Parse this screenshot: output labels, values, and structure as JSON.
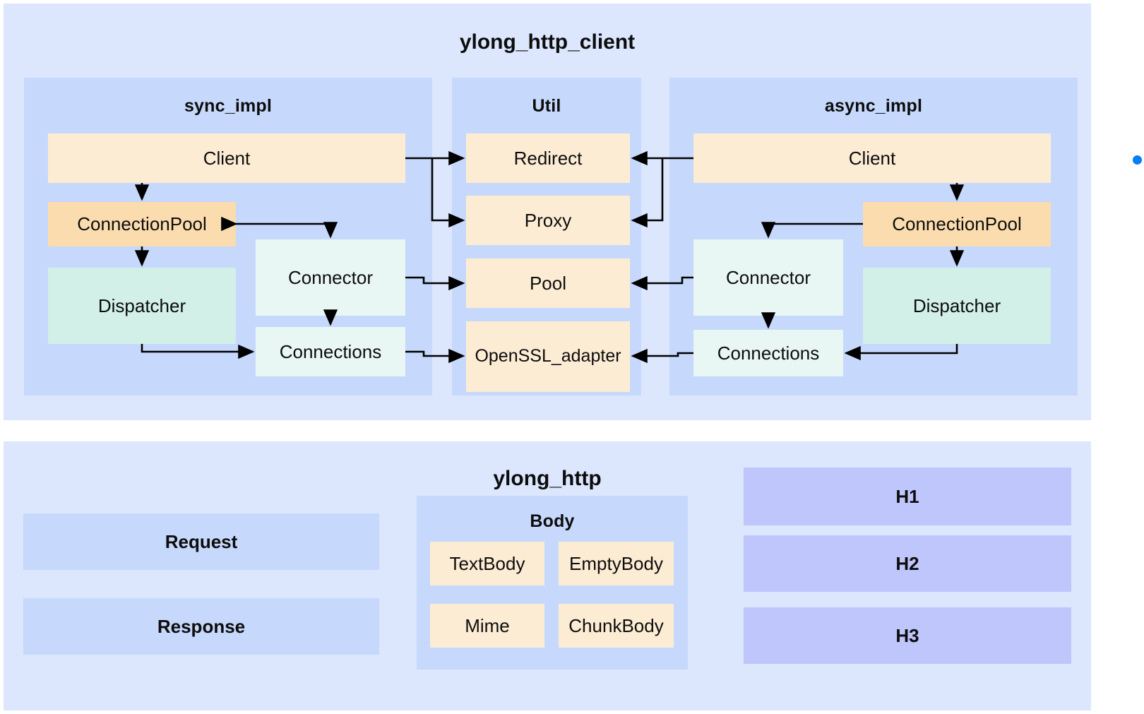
{
  "colors": {
    "page_bg": "#ffffff",
    "panel_bg": "#dce7fd",
    "group_bg": "#c6d8fb",
    "node_orange_light": "#fdecd4",
    "node_orange_dark": "#fbdcae",
    "node_mint": "#d2efe8",
    "node_mint_light": "#e9f7f4",
    "node_lavender": "#bfc6fb",
    "arrow": "#000000",
    "handle": "#0a7cf7"
  },
  "client_panel": {
    "title": "ylong_http_client",
    "groups": [
      {
        "title": "sync_impl",
        "nodes": [
          {
            "label": "Client"
          },
          {
            "label": "ConnectionPool"
          },
          {
            "label": "Dispatcher"
          },
          {
            "label": "Connector"
          },
          {
            "label": "Connections"
          }
        ]
      },
      {
        "title": "Util",
        "nodes": [
          {
            "label": "Redirect"
          },
          {
            "label": "Proxy"
          },
          {
            "label": "Pool"
          },
          {
            "label": "OpenSSL_adapter"
          }
        ]
      },
      {
        "title": "async_impl",
        "nodes": [
          {
            "label": "Client"
          },
          {
            "label": "ConnectionPool"
          },
          {
            "label": "Dispatcher"
          },
          {
            "label": "Connector"
          },
          {
            "label": "Connections"
          }
        ]
      }
    ]
  },
  "http_panel": {
    "title": "ylong_http",
    "messages": [
      {
        "label": "Request"
      },
      {
        "label": "Response"
      }
    ],
    "body_group": {
      "title": "Body",
      "nodes": [
        {
          "label": "TextBody"
        },
        {
          "label": "EmptyBody"
        },
        {
          "label": "Mime"
        },
        {
          "label": "ChunkBody"
        }
      ]
    },
    "versions": [
      {
        "label": "H1"
      },
      {
        "label": "H2"
      },
      {
        "label": "H3"
      }
    ]
  },
  "selection_handle": {
    "name": "resize-handle-right"
  }
}
